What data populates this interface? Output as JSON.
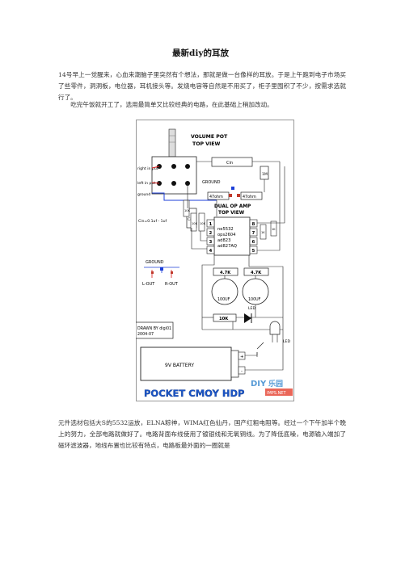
{
  "doc": {
    "title": "最新diy的耳放",
    "para1": "14号早上一觉醒来，心血来潮脑子里突然有个想法，那就是做一台像样的耳放。于是上午跑到电子市场买了些零件，洞洞板，电位器，耳机接头等。发烧电容等自然是不用买了，柜子里囤积了不少，按需求选就行了。",
    "para2": "吃完午饭就开工了，选用最简单又比较经典的电路，在此基础上稍加改动。",
    "para3": "元件选材包括大S的5532运放，ELNA粽神，WIMA红色仙丹，国产红粗电阻等。经过一个下午加半个晚上的努力，全部电路就做好了。电路背面布线使用了镀银线和无氧铜线。为了降低底噪，电源输入端加了磁环滤波器，地线布置也比较有特点，电路板最外面的一圈就是"
  },
  "schematic": {
    "volume_pot": "VOLUME POT",
    "top_view": "TOP VIEW",
    "right_in": "right in put",
    "left_in": "left in put",
    "ground_in": "ground",
    "cin": "Cin",
    "ground": "GROUND",
    "r1m": "1M",
    "r47_a": "47ohm",
    "r47_b": "47ohm",
    "dual_op": "DUAL OP AMP",
    "op_top_view": "TOP VIEW",
    "ic_models": [
      "ne5532",
      "ops2604",
      "ad823",
      "ad827AQ"
    ],
    "pins_left": [
      "1",
      "2",
      "3",
      "4"
    ],
    "pins_right": [
      "8",
      "7",
      "6",
      "5"
    ],
    "cin_value": "Cin=0.1uf - 1uf",
    "r10k_a": "10K",
    "r10k_b": "10K",
    "r10k_c": "10K",
    "r1k_a": "1K",
    "r1k_b": "1K",
    "cin_b": "Cin",
    "ground2": "GROUND",
    "lout": "L-OUT",
    "rout": "R-OUT",
    "r47k_a": "4.7K",
    "r47k_b": "4.7K",
    "cap_a": "100UF",
    "cap_b": "100UF",
    "r10k_d": "10K",
    "led": "LED",
    "led2": "LED",
    "drawn_by": "DRAWN BY digi01",
    "date": "2004-07",
    "battery": "9V BATTERY",
    "plus": "+",
    "minus": "-",
    "banner": "POCKET CMOY HDP",
    "logo_a": "DIY",
    "logo_b": "乐园",
    "logo_c": "IMPS.NET"
  },
  "colors": {
    "wire_red": "#d81c1c",
    "wire_blue": "#1c3fd8",
    "banner_blue": "#1a55c8"
  }
}
